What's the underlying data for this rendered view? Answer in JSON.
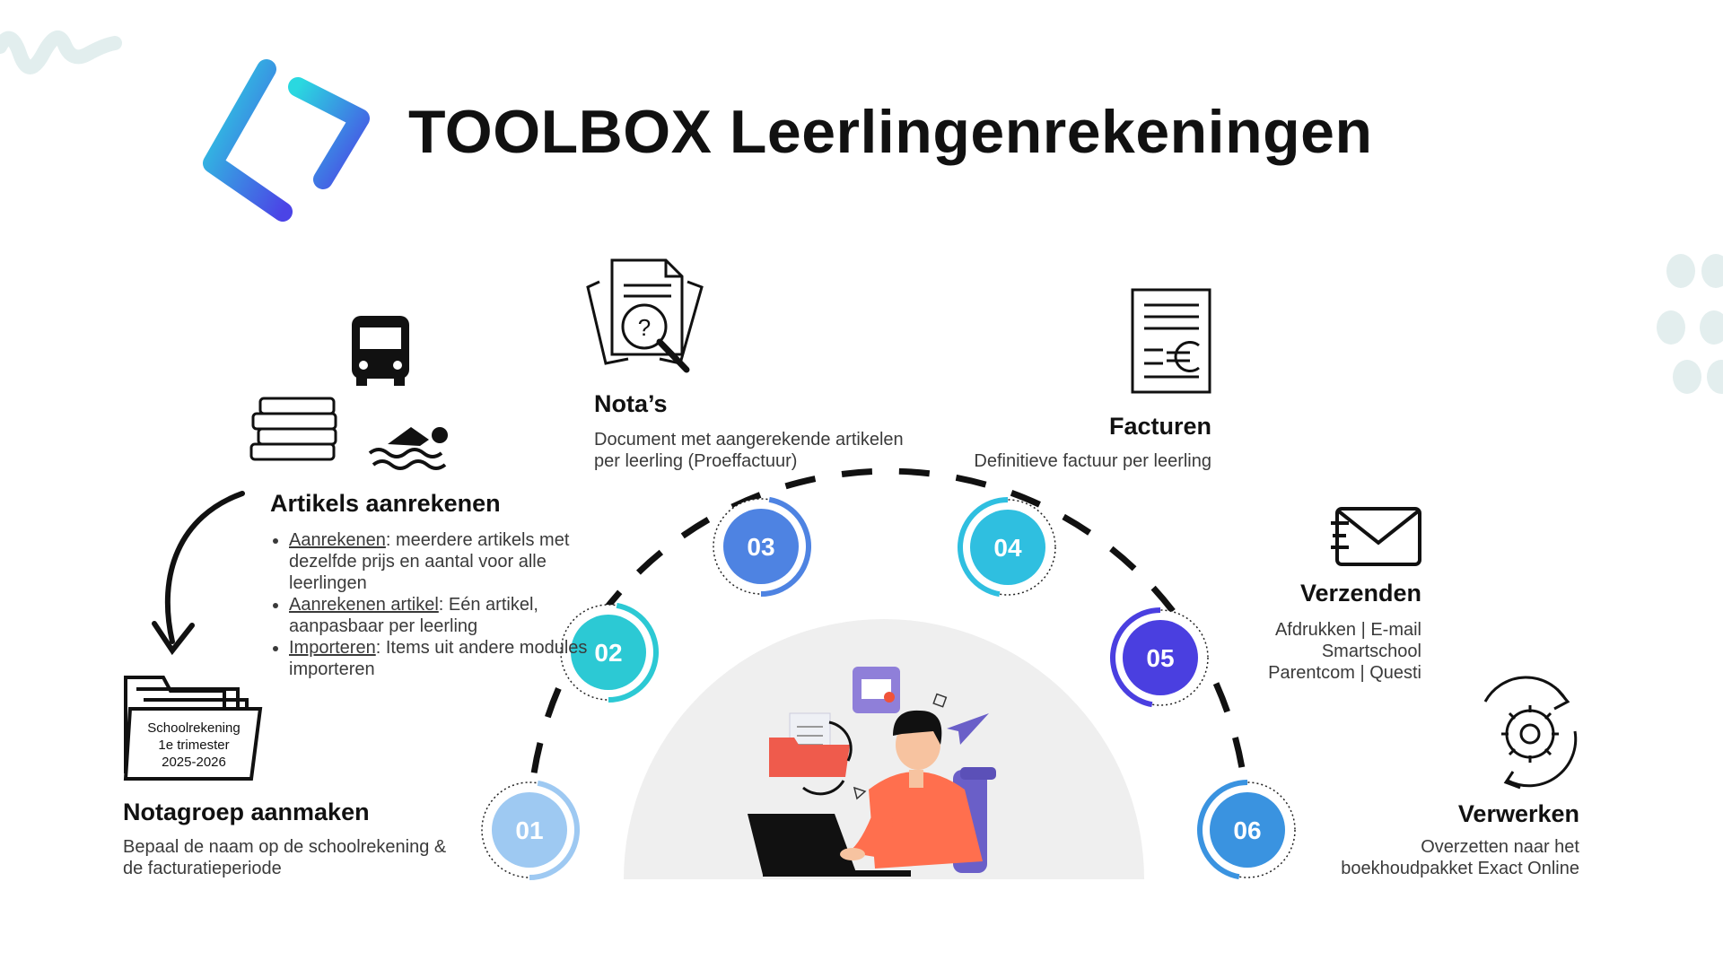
{
  "title": "TOOLBOX Leerlingenrekeningen",
  "colors": {
    "n01": "#9ec9f2",
    "n02": "#2cc9d4",
    "n03": "#4e83e2",
    "n04": "#2fbfe0",
    "n05": "#4a3fe0",
    "n06": "#3a93e0",
    "logo_start": "#2ad8e0",
    "logo_end": "#4b44e6"
  },
  "steps": {
    "s01": {
      "num": "01",
      "title": "Notagroep aanmaken",
      "text": "Bepaal de naam op de schoolrekening & de facturatieperiode"
    },
    "s02": {
      "num": "02",
      "title": "Artikels aanrekenen",
      "bullets": [
        {
          "term": "Aanrekenen",
          "desc": ": meerdere artikels met dezelfde prijs en aantal voor alle leerlingen"
        },
        {
          "term": "Aanrekenen artikel",
          "desc": ": Eén artikel, aanpasbaar per leerling"
        },
        {
          "term": "Importeren",
          "desc": ": Items uit andere modules importeren"
        }
      ]
    },
    "s03": {
      "num": "03",
      "title": "Nota’s",
      "text": "Document met aangerekende artikelen per leerling (Proeffactuur)"
    },
    "s04": {
      "num": "04",
      "title": "Facturen",
      "text": "Definitieve factuur per leerling"
    },
    "s05": {
      "num": "05",
      "title": "Verzenden",
      "line1": "Afdrukken | E-mail",
      "line2": "Smartschool",
      "line3": "Parentcom | Questi"
    },
    "s06": {
      "num": "06",
      "title": "Verwerken",
      "line1": "Overzetten naar het",
      "line2": "boekhoudpakket Exact Online"
    }
  },
  "folder_label": {
    "line1": "Schoolrekening",
    "line2": "1e trimester",
    "line3": "2025-2026"
  },
  "icons": [
    "bus-icon",
    "books-icon",
    "swimmer-icon",
    "document-search-icon",
    "invoice-euro-icon",
    "envelope-icon",
    "gear-cycle-icon",
    "folder-icon",
    "curved-arrow-icon",
    "person-laptop-illustration"
  ]
}
